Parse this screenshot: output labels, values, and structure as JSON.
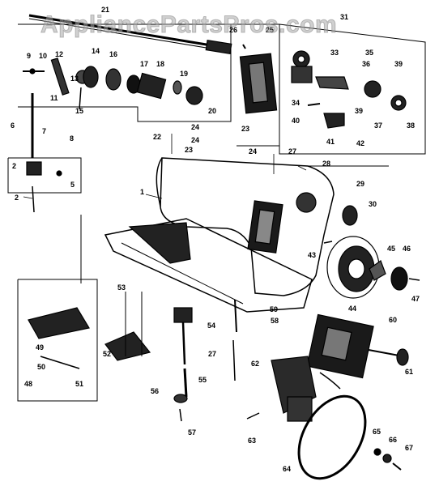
{
  "watermark": "AppliancePartsPros.com",
  "part_labels": {
    "n1": "1",
    "n2a": "2",
    "n2b": "2",
    "n5": "5",
    "n6": "6",
    "n7": "7",
    "n8": "8",
    "n9": "9",
    "n10": "10",
    "n11": "11",
    "n13": "13",
    "n14": "14",
    "n15": "15",
    "n16": "16",
    "n17": "17",
    "n18": "18",
    "n19": "19",
    "n20": "20",
    "n21": "21",
    "n22": "22",
    "n23a": "23",
    "n23b": "23",
    "n24a": "24",
    "n24b": "24",
    "n24c": "24",
    "n25": "25",
    "n26": "26",
    "n27a": "27",
    "n27b": "27",
    "n28": "28",
    "n29": "29",
    "n30": "30",
    "n31": "31",
    "n33": "33",
    "n34": "34",
    "n35": "35",
    "n36": "36",
    "n37": "37",
    "n38": "38",
    "n39a": "39",
    "n39b": "39",
    "n40": "40",
    "n41": "41",
    "n42": "42",
    "n43": "43",
    "n44": "44",
    "n45": "45",
    "n46": "46",
    "n47": "47",
    "n48": "48",
    "n49": "49",
    "n50": "50",
    "n51": "51",
    "n52": "52",
    "n53": "53",
    "n54": "54",
    "n55": "55",
    "n56": "56",
    "n57": "57",
    "n58": "58",
    "n59": "59",
    "n60": "60",
    "n61": "61",
    "n62": "62",
    "n63": "63",
    "n64": "64",
    "n65": "65",
    "n66": "66",
    "n67": "67"
  }
}
